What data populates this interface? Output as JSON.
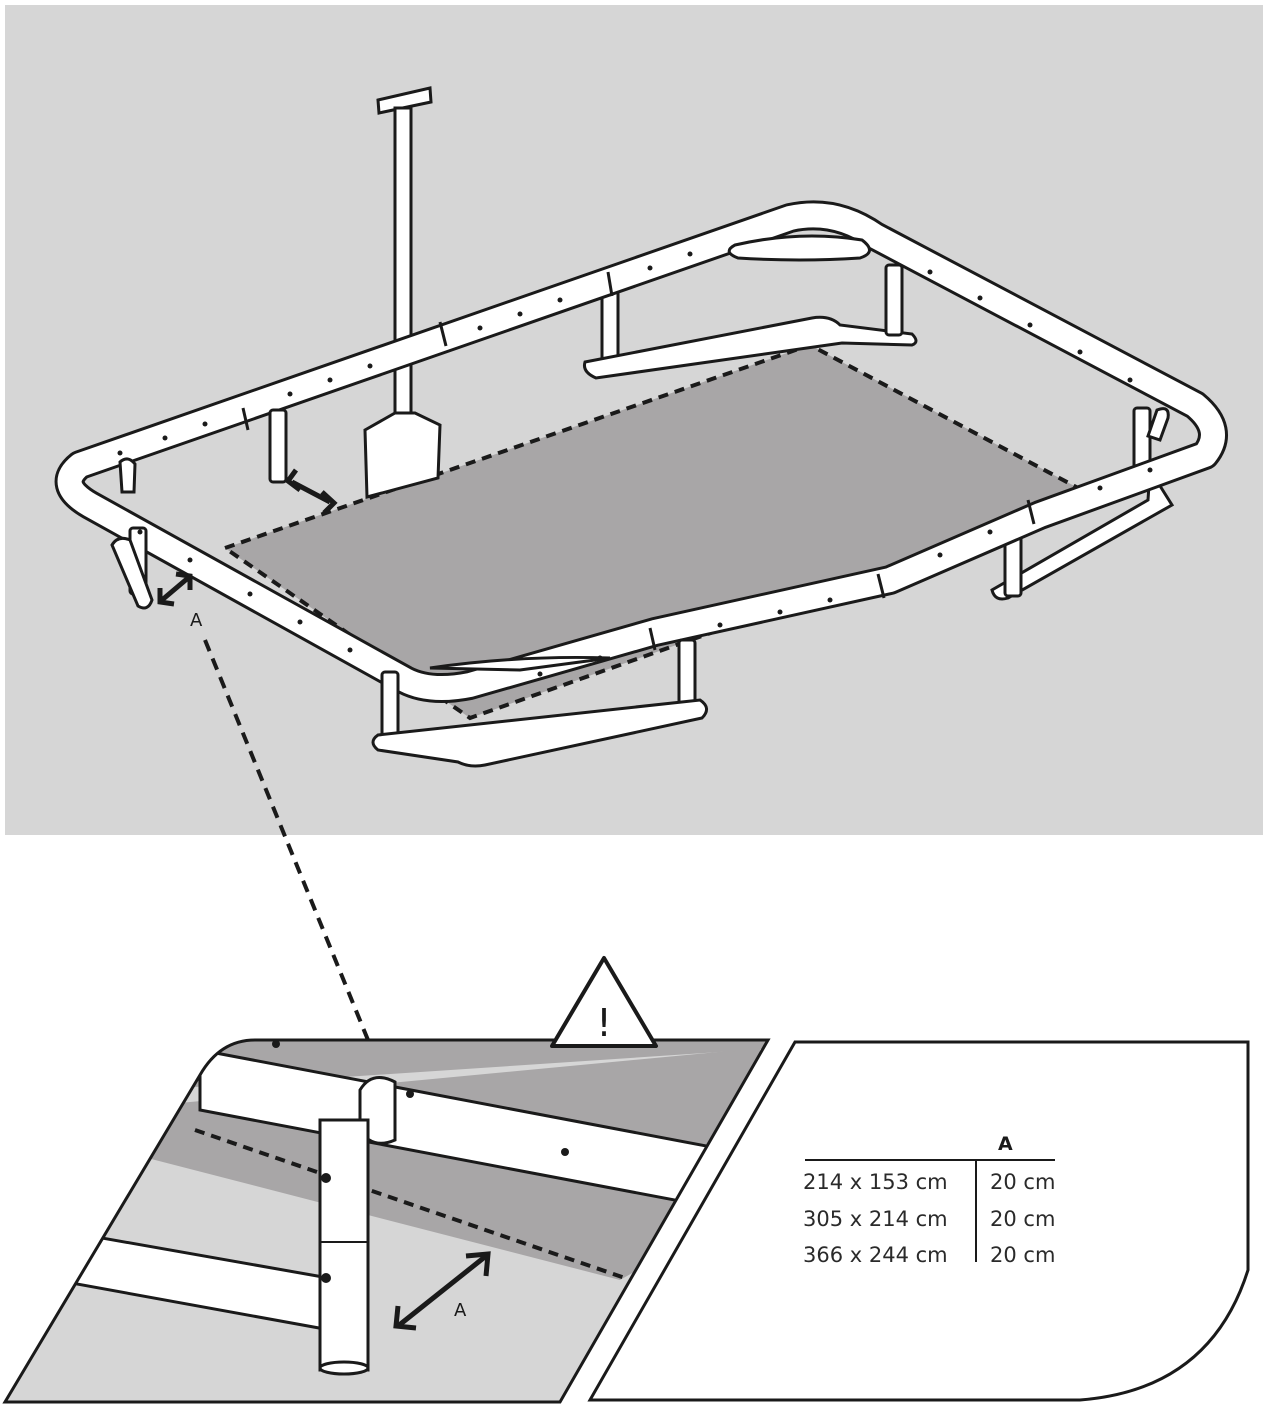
{
  "colors": {
    "background_panel": "#d6d6d6",
    "hole": "#a8a6a7",
    "tube_fill": "#ffffff",
    "line": "#1a1a1a"
  },
  "icons": {
    "warning": "warning-triangle-icon",
    "double_arrow": "double-arrow-icon",
    "shovel": "shovel-icon"
  },
  "labels": {
    "marker_top": "A",
    "marker_detail": "A",
    "warning_symbol": "!"
  },
  "table": {
    "column_header": "A",
    "rows": [
      {
        "size": "214 x 153 cm",
        "value": "20 cm"
      },
      {
        "size": "305 x 214 cm",
        "value": "20 cm"
      },
      {
        "size": "366 x 244 cm",
        "value": "20 cm"
      }
    ]
  }
}
